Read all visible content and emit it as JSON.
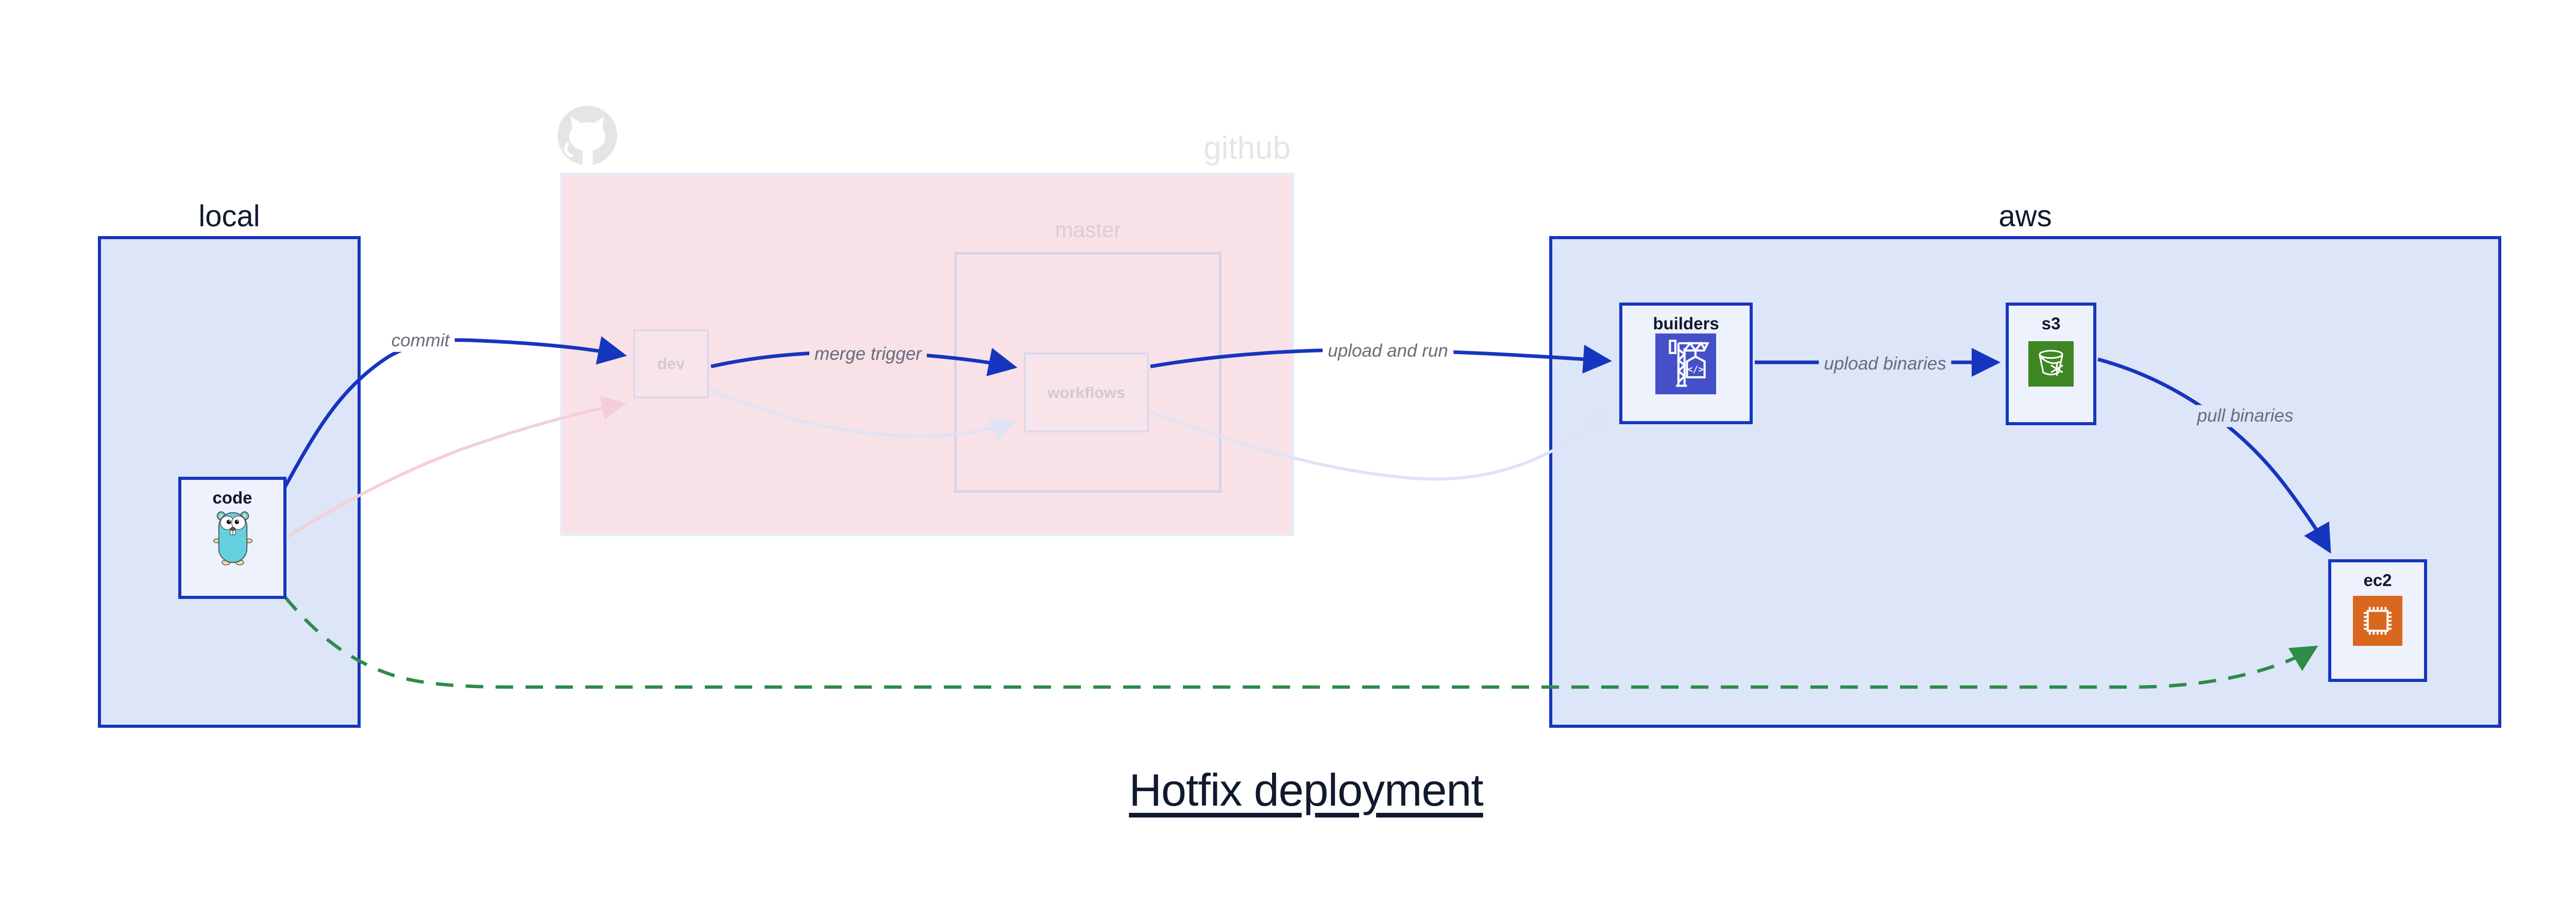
{
  "title": "Hotfix deployment",
  "containers": {
    "local": {
      "label": "local"
    },
    "github": {
      "label": "github",
      "master_label": "master"
    },
    "aws": {
      "label": "aws"
    }
  },
  "nodes": {
    "code": {
      "label": "code",
      "icon": "go-gopher"
    },
    "dev": {
      "label": "dev"
    },
    "workflows": {
      "label": "workflows"
    },
    "builders": {
      "label": "builders",
      "icon": "aws-codebuild"
    },
    "s3": {
      "label": "s3",
      "icon": "aws-s3-glacier"
    },
    "ec2": {
      "label": "ec2",
      "icon": "aws-ec2"
    }
  },
  "edges": {
    "commit": {
      "label": "commit",
      "from": "code",
      "to": "dev",
      "style": "solid-blue"
    },
    "merge_trigger": {
      "label": "merge trigger",
      "from": "dev",
      "to": "workflows",
      "style": "solid-blue"
    },
    "upload_and_run": {
      "label": "upload and run",
      "from": "workflows",
      "to": "builders",
      "style": "solid-blue"
    },
    "upload_binaries": {
      "label": "upload binaries",
      "from": "builders",
      "to": "s3",
      "style": "solid-blue"
    },
    "pull_binaries": {
      "label": "pull binaries",
      "from": "s3",
      "to": "ec2",
      "style": "solid-blue"
    },
    "hotfix": {
      "label": "",
      "from": "code",
      "to": "ec2",
      "style": "dashed-green"
    },
    "code_to_dev_faded": {
      "label": "",
      "from": "code",
      "to": "dev",
      "style": "faded-pink"
    },
    "dev_to_workflows_faded": {
      "label": "",
      "from": "dev",
      "to": "workflows",
      "style": "faded-lavender"
    },
    "workflows_to_builders_faded": {
      "label": "",
      "from": "workflows",
      "to": "builders",
      "style": "faded-lavender"
    }
  },
  "colors": {
    "blue": "#1635bf",
    "green": "#2e8b4a",
    "container_fill": "#dde5f8",
    "node_fill": "#eef2fc",
    "pink_fill": "#f9e1e8",
    "pink_border": "#e9ecf8",
    "master_border": "#d7d4e8",
    "master_text": "#d9cdd5",
    "faded_node_fill": "#f7e5eb",
    "faded_border": "#dcd9ec",
    "faded_text": "#d5c9d3",
    "github_gray": "#e5e5e7",
    "edge_label": "#666d7a",
    "faded_pink_edge": "#f4cfd9",
    "faded_lavender_edge": "#e0e3f4",
    "dark_text": "#10192e",
    "codebuild_bg": "#4450c8",
    "s3_bg": "#3f8624",
    "ec2_bg": "#d9671d",
    "gopher_teal": "#66d1de",
    "gopher_skin": "#f2d7a9"
  }
}
